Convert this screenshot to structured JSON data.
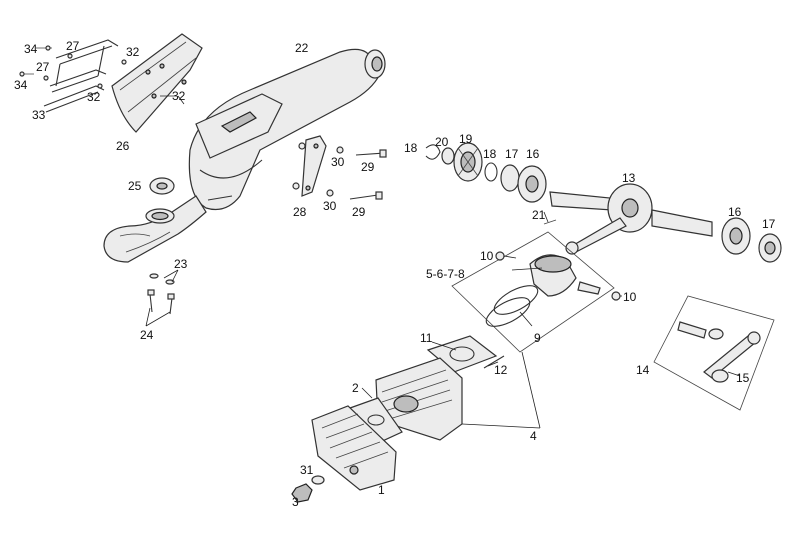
{
  "diagram": {
    "callouts": [
      {
        "id": "c34a",
        "text": "34"
      },
      {
        "id": "c27a",
        "text": "27"
      },
      {
        "id": "c32a",
        "text": "32"
      },
      {
        "id": "c22",
        "text": "22"
      },
      {
        "id": "c27b",
        "text": "27"
      },
      {
        "id": "c34b",
        "text": "34"
      },
      {
        "id": "c32b",
        "text": "32"
      },
      {
        "id": "c32c",
        "text": "32"
      },
      {
        "id": "c33",
        "text": "33"
      },
      {
        "id": "c26",
        "text": "26"
      },
      {
        "id": "c18a",
        "text": "18"
      },
      {
        "id": "c20",
        "text": "20"
      },
      {
        "id": "c19",
        "text": "19"
      },
      {
        "id": "c18b",
        "text": "18"
      },
      {
        "id": "c17a",
        "text": "17"
      },
      {
        "id": "c16a",
        "text": "16"
      },
      {
        "id": "c30a",
        "text": "30"
      },
      {
        "id": "c29a",
        "text": "29"
      },
      {
        "id": "c13",
        "text": "13"
      },
      {
        "id": "c25",
        "text": "25"
      },
      {
        "id": "c28",
        "text": "28"
      },
      {
        "id": "c30b",
        "text": "30"
      },
      {
        "id": "c29b",
        "text": "29"
      },
      {
        "id": "c21",
        "text": "21"
      },
      {
        "id": "c16b",
        "text": "16"
      },
      {
        "id": "c17b",
        "text": "17"
      },
      {
        "id": "c10a",
        "text": "10"
      },
      {
        "id": "c5678",
        "text": "5-6-7-8"
      },
      {
        "id": "c23",
        "text": "23"
      },
      {
        "id": "c10b",
        "text": "10"
      },
      {
        "id": "c24",
        "text": "24"
      },
      {
        "id": "c9",
        "text": "9"
      },
      {
        "id": "c11",
        "text": "11"
      },
      {
        "id": "c12",
        "text": "12"
      },
      {
        "id": "c14",
        "text": "14"
      },
      {
        "id": "c15",
        "text": "15"
      },
      {
        "id": "c2",
        "text": "2"
      },
      {
        "id": "c4",
        "text": "4"
      },
      {
        "id": "c31",
        "text": "31"
      },
      {
        "id": "c1",
        "text": "1"
      },
      {
        "id": "c3",
        "text": "3"
      }
    ]
  }
}
